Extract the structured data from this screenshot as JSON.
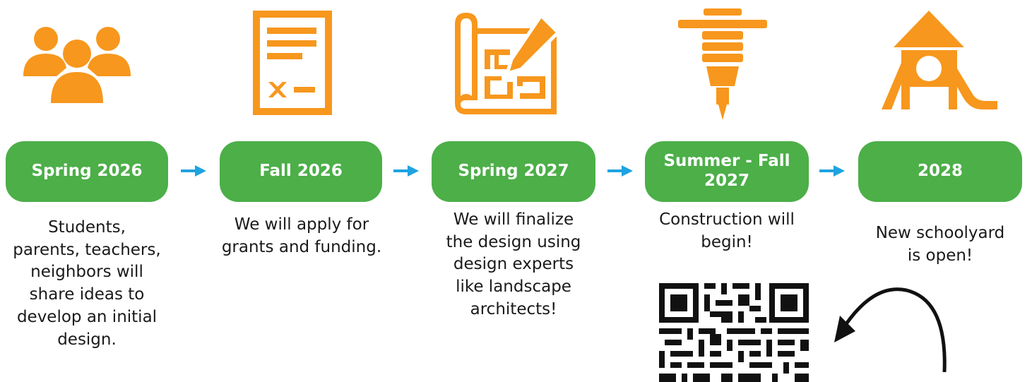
{
  "accent_color": "#4caf48",
  "icon_color": "#f7971d",
  "arrow_color": "#1fa3e0",
  "steps": [
    {
      "label": "Spring 2026",
      "icon": "people-group-icon",
      "description": "Students,\nparents, teachers,\nneighbors will\nshare ideas to\ndevelop an initial\ndesign."
    },
    {
      "label": "Fall 2026",
      "icon": "application-form-icon",
      "description": "We will apply for\ngrants and funding."
    },
    {
      "label": "Spring 2027",
      "icon": "blueprint-pencil-icon",
      "description": "We will finalize\nthe design using\ndesign experts\nlike landscape\narchitects!"
    },
    {
      "label": "Summer - Fall 2027",
      "icon": "jackhammer-icon",
      "description": "Construction will\nbegin!"
    },
    {
      "label": "2028",
      "icon": "playground-slide-icon",
      "description": "New schoolyard\nis open!"
    }
  ],
  "qr_icon": "qr-code-icon",
  "pointer_icon": "curved-arrow-icon"
}
